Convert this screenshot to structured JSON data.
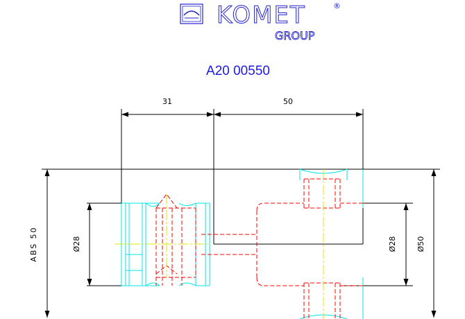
{
  "logo": {
    "brand": "KOMET",
    "registered": "®",
    "subtitle": "GROUP"
  },
  "part_number": "A20 00550",
  "dimensions": {
    "top_left": "31",
    "top_right": "50",
    "abs": "ABS 50",
    "dia_left": "Ø28",
    "dia_right_inner": "Ø28",
    "dia_right_outer": "Ø50"
  },
  "colors": {
    "logo": "#2222cc",
    "part_number": "#1a1ae6",
    "dimension_lines": "#000000",
    "hidden_lines": "#ff0000",
    "outline": "#00e5e5",
    "center_lines": "#e5e500"
  }
}
